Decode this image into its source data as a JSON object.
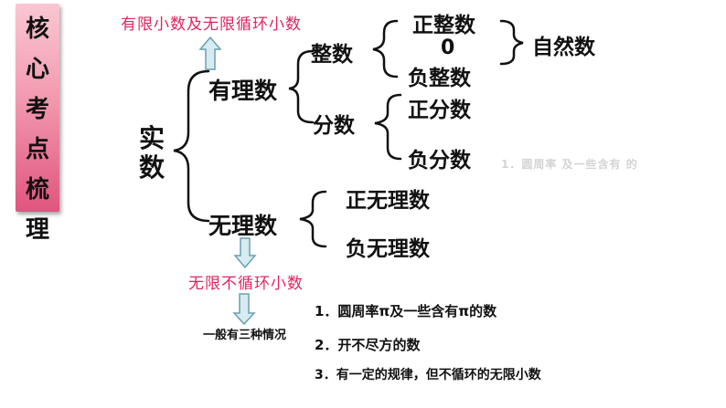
{
  "sidebar": {
    "title": "核\n心\n考\n点\n梳\n理"
  },
  "diagram": {
    "root": "实数",
    "rational": "有理数",
    "irrational": "无理数",
    "integer": "整数",
    "fraction": "分数",
    "positive_integer": "正整数",
    "zero": "0",
    "negative_integer": "负整数",
    "natural_number": "自然数",
    "positive_fraction": "正分数",
    "negative_fraction": "负分数",
    "positive_irrational": "正无理数",
    "negative_irrational": "负无理数",
    "rational_note": "有限小数及无限循环小数",
    "irrational_note": "无限不循环小数",
    "general_types": "一般有三种情况",
    "list": [
      "1．圆周率π及一些含有π的数",
      "2．开不尽方的数",
      "3．有一定的规律，但不循环的无限小数"
    ],
    "faded_text": "1．圆周率  及一些含有  的"
  },
  "colors": {
    "accent": "#e0245e",
    "arrow_fill": "#d6ecf2",
    "arrow_stroke": "#6a9fb0",
    "sidebar": "#f29ab0"
  }
}
